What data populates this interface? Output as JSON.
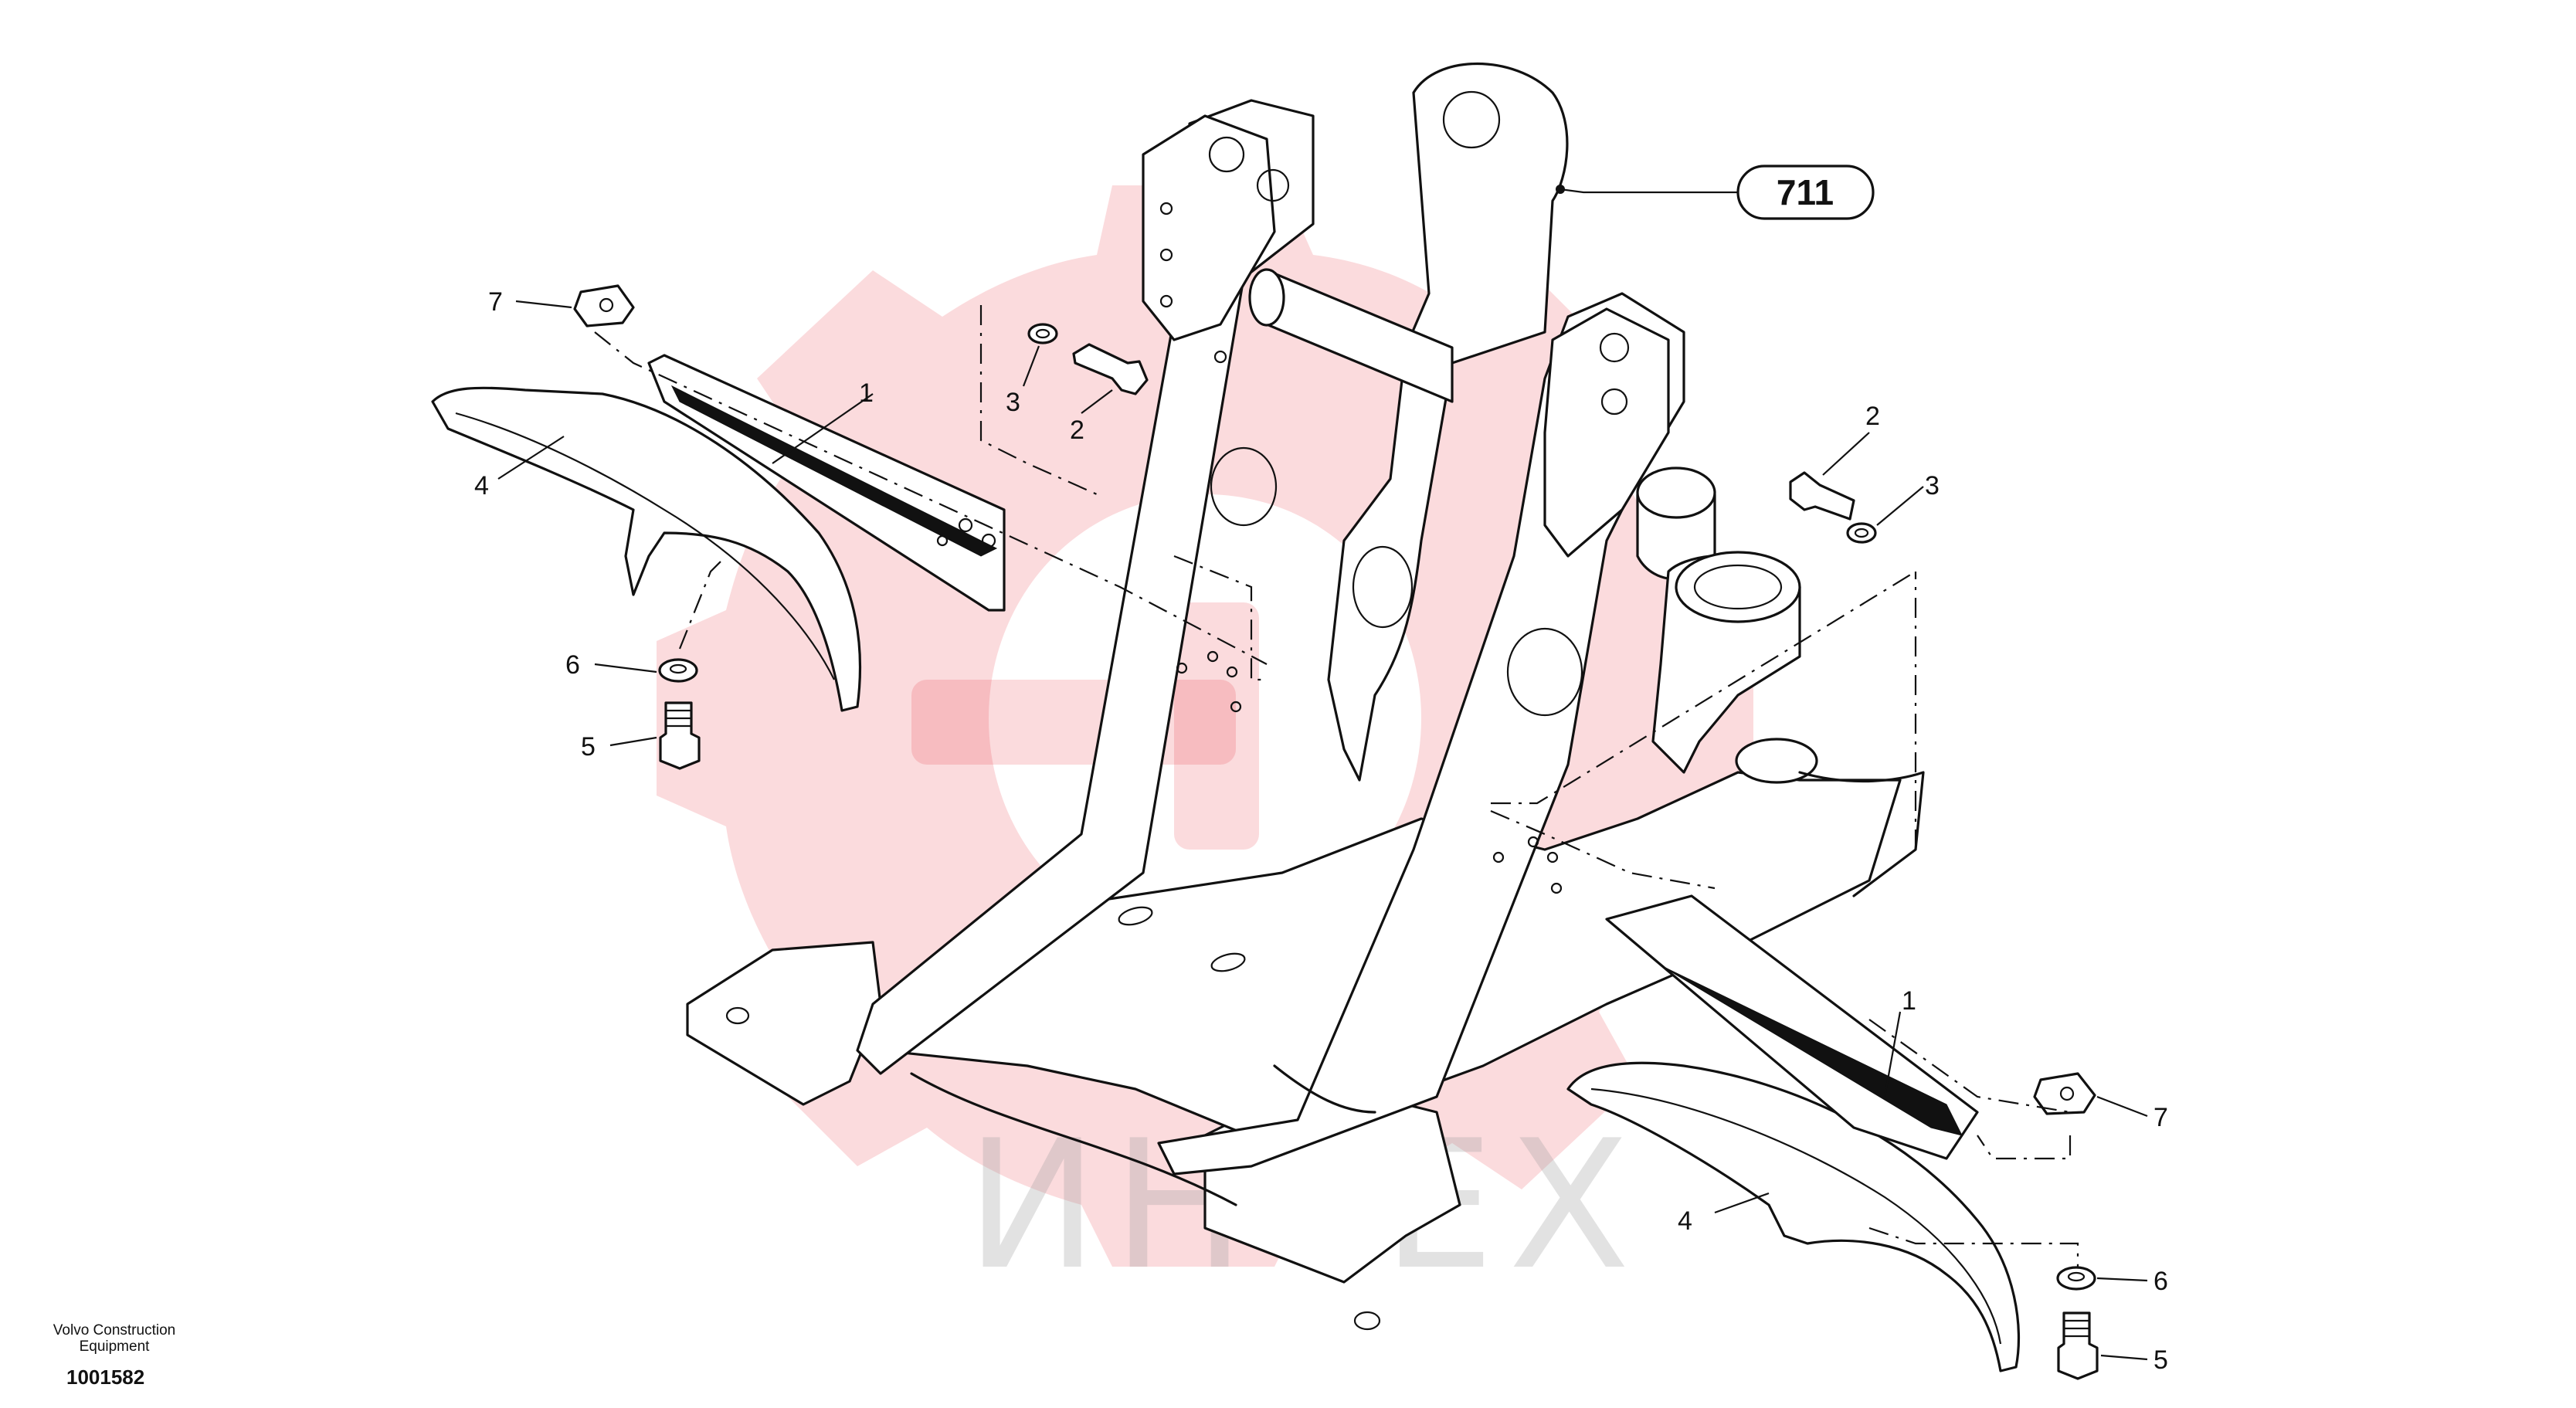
{
  "diagram": {
    "reference_label": "711",
    "callouts": {
      "c1_left": "1",
      "c1_right": "1",
      "c2_left": "2",
      "c2_right": "2",
      "c3_left": "3",
      "c3_right": "3",
      "c4_left": "4",
      "c4_right": "4",
      "c5_left": "5",
      "c5_right": "5",
      "c6_left": "6",
      "c6_right": "6",
      "c7_left": "7",
      "c7_right": "7"
    }
  },
  "watermark": {
    "text": "ИНТЕХ",
    "color": "#e8202a"
  },
  "footer": {
    "brand_line1": "Volvo Construction",
    "brand_line2": "Equipment",
    "drawing_id": "1001582"
  }
}
